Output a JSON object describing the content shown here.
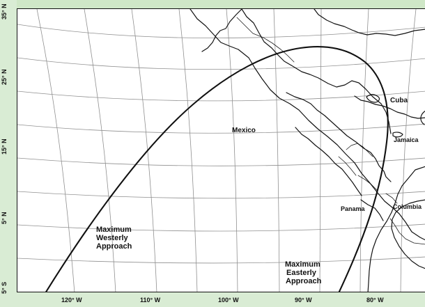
{
  "map": {
    "lat_labels": [
      {
        "text": "35° N"
      },
      {
        "text": "25° N"
      },
      {
        "text": "15° N"
      },
      {
        "text": "5° N"
      },
      {
        "text": "5° S"
      }
    ],
    "lon_labels": [
      {
        "text": "120° W"
      },
      {
        "text": "110° W"
      },
      {
        "text": "100° W"
      },
      {
        "text": "90° W"
      },
      {
        "text": "80° W"
      }
    ],
    "place_labels": {
      "mexico": "Mexico",
      "cuba": "Cuba",
      "jamaica": "Jamaica",
      "panama": "Panama",
      "columbia": "Columbia"
    },
    "annotations": {
      "westerly": [
        "Maximum",
        "Westerly",
        "Approach"
      ],
      "easterly": [
        "Maximum",
        "Easterly",
        "Approach"
      ]
    },
    "colors": {
      "frame_bg": "#cfe7c7",
      "map_bg": "#ffffff",
      "line": "#111111"
    }
  }
}
